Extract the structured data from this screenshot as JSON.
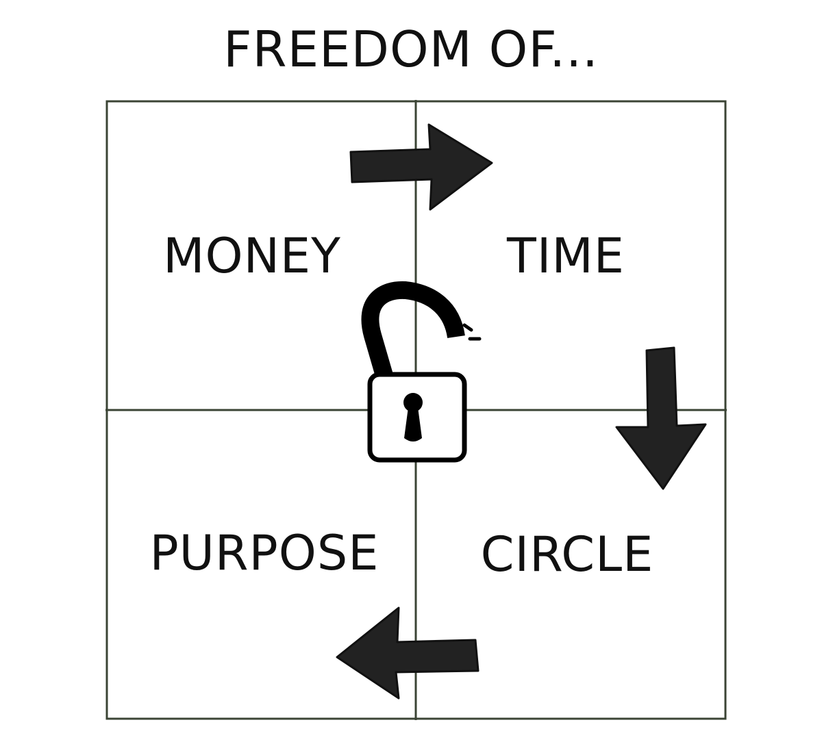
{
  "title": "FREEDOM OF...",
  "quadrants": [
    {
      "label": "MONEY"
    },
    {
      "label": "TIME"
    },
    {
      "label": "PURPOSE"
    },
    {
      "label": "CIRCLE"
    }
  ],
  "colors": {
    "grid": "#3b4435",
    "ink": "#111111"
  },
  "icons": [
    "arrow-right-icon",
    "arrow-down-icon",
    "arrow-left-icon",
    "unlocked-padlock-icon"
  ]
}
